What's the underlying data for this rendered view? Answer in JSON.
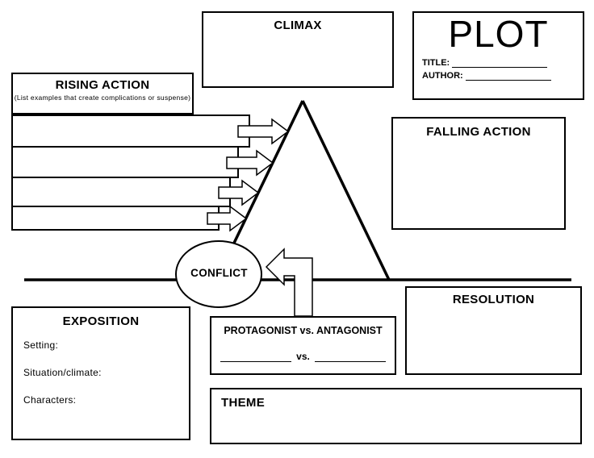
{
  "climax": {
    "label": "CLIMAX"
  },
  "plot": {
    "heading": "PLOT",
    "title_label": "TITLE:",
    "author_label": "AUTHOR:"
  },
  "rising_action": {
    "label": "RISING ACTION",
    "subtitle": "(List examples that create complications or suspense)"
  },
  "falling_action": {
    "label": "FALLING ACTION"
  },
  "conflict": {
    "label": "CONFLICT"
  },
  "resolution": {
    "label": "RESOLUTION"
  },
  "exposition": {
    "label": "EXPOSITION",
    "fields": [
      "Setting:",
      "Situation/climate:",
      "Characters:"
    ]
  },
  "protagonist_antagonist": {
    "label": "PROTAGONIST vs. ANTAGONIST",
    "vs": "vs."
  },
  "theme": {
    "label": "THEME"
  },
  "colors": {
    "ink": "#000000",
    "paper": "#ffffff"
  }
}
